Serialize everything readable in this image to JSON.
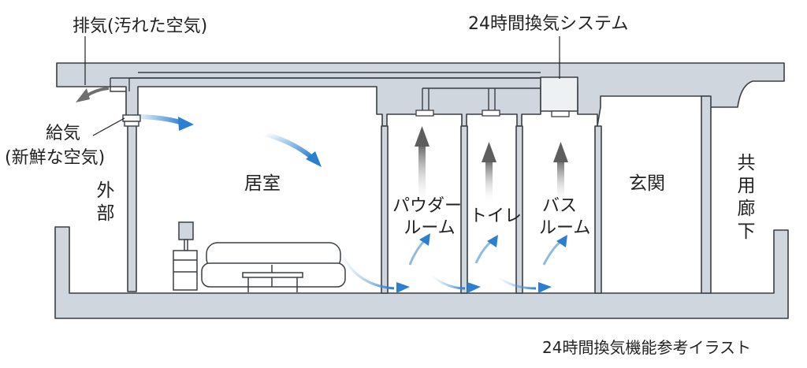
{
  "labels": {
    "exhaust": "排気(汚れた空気)",
    "system": "24時間換気システム",
    "supply_1": "給気",
    "supply_2": "(新鮮な空気)",
    "outside_1": "外",
    "outside_2": "部",
    "living": "居室",
    "powder_1": "パウダー",
    "powder_2": "ルーム",
    "toilet": "トイレ",
    "bath_1": "バス",
    "bath_2": "ルーム",
    "entrance": "玄関",
    "corridor_1": "共",
    "corridor_2": "用",
    "corridor_3": "廊",
    "corridor_4": "下",
    "caption": "24時間換気機能参考イラスト"
  },
  "colors": {
    "structure": "#cfd6de",
    "outline": "#3a3f44",
    "fresh_air": "#2a7fd0",
    "exhaust_air": "#6f6f6f"
  }
}
